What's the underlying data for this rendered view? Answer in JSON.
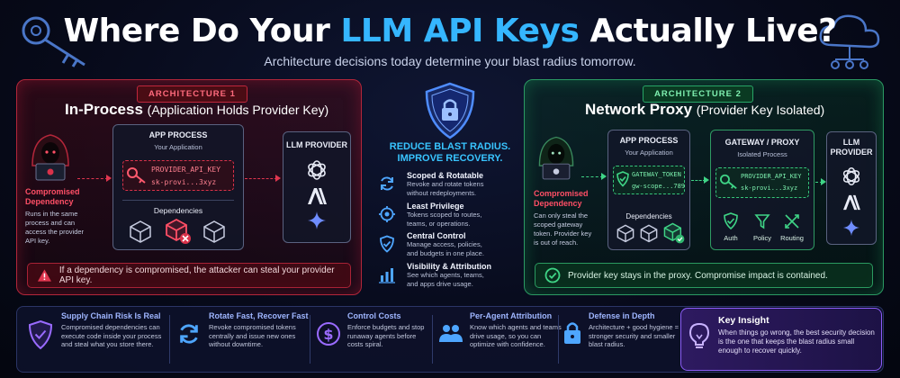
{
  "header": {
    "title_before": "Where Do Your ",
    "title_highlight": "LLM API Keys",
    "title_after": " Actually Live?",
    "subtitle": "Architecture decisions today determine your blast radius tomorrow."
  },
  "arch1": {
    "tag": "ARCHITECTURE 1",
    "title": "In-Process",
    "title_sub": "(Application Holds Provider Key)",
    "attacker_label_1": "Compromised",
    "attacker_label_2": "Dependency",
    "attacker_desc_1": "Runs in the same",
    "attacker_desc_2": "process and can",
    "attacker_desc_3": "access the provider",
    "attacker_desc_4": "API key.",
    "app_title": "APP PROCESS",
    "app_sub": "Your Application",
    "key_name": "PROVIDER_API_KEY",
    "key_value": "sk-provi...3xyz",
    "deps_label": "Dependencies",
    "llm_title": "LLM PROVIDER",
    "warning": "If a dependency is compromised, the attacker can steal your provider API key."
  },
  "center": {
    "headline_1": "REDUCE BLAST RADIUS.",
    "headline_2": "IMPROVE RECOVERY.",
    "features": [
      {
        "title": "Scoped & Rotatable",
        "desc_1": "Revoke and rotate tokens",
        "desc_2": "without redeployments."
      },
      {
        "title": "Least Privilege",
        "desc_1": "Tokens scoped to routes,",
        "desc_2": "teams, or operations."
      },
      {
        "title": "Central Control",
        "desc_1": "Manage access, policies,",
        "desc_2": "and budgets in one place."
      },
      {
        "title": "Visibility & Attribution",
        "desc_1": "See which agents, teams,",
        "desc_2": "and apps drive usage."
      }
    ]
  },
  "arch2": {
    "tag": "ARCHITECTURE 2",
    "title": "Network Proxy",
    "title_sub": "(Provider Key Isolated)",
    "attacker_label_1": "Compromised",
    "attacker_label_2": "Dependency",
    "attacker_desc_1": "Can only steal the",
    "attacker_desc_2": "scoped gateway",
    "attacker_desc_3": "token. Provider key",
    "attacker_desc_4": "is out of reach.",
    "app_title": "APP PROCESS",
    "app_sub": "Your Application",
    "token_name": "GATEWAY_TOKEN",
    "token_value": "gw-scope...789",
    "deps_label": "Dependencies",
    "gateway_title": "GATEWAY / PROXY",
    "gateway_sub": "Isolated Process",
    "key_name": "PROVIDER_API_KEY",
    "key_value": "sk-provi...3xyz",
    "gw_features": [
      "Auth",
      "Policy",
      "Routing"
    ],
    "llm_title_1": "LLM",
    "llm_title_2": "PROVIDER",
    "ok": "Provider key stays in the proxy. Compromise impact is contained."
  },
  "bottom": {
    "cells": [
      {
        "title": "Supply Chain Risk Is Real",
        "l1": "Compromised dependencies can",
        "l2": "execute code inside your process",
        "l3": "and steal what you store there."
      },
      {
        "title": "Rotate Fast, Recover Fast",
        "l1": "Revoke compromised tokens",
        "l2": "centrally and issue new ones",
        "l3": "without downtime."
      },
      {
        "title": "Control Costs",
        "l1": "Enforce budgets and stop",
        "l2": "runaway agents before",
        "l3": "costs spiral."
      },
      {
        "title": "Per-Agent Attribution",
        "l1": "Know which agents and teams",
        "l2": "drive usage, so you can",
        "l3": "optimize with confidence."
      },
      {
        "title": "Defense in Depth",
        "l1": "Architecture + good hygiene =",
        "l2": "stronger security and smaller",
        "l3": "blast radius."
      }
    ],
    "insight": {
      "title": "Key Insight",
      "l1": "When things go wrong, the best security decision",
      "l2": "is the one that keeps the blast radius small",
      "l3": "enough to recover quickly."
    }
  },
  "colors": {
    "accent": "#35b6ff",
    "danger": "#e0364f",
    "safe": "#3fd486",
    "insight": "#8b5cf6"
  },
  "icons": [
    "key-icon",
    "cloud-network-icon",
    "hacker-icon",
    "shield-lock-icon",
    "openai-icon",
    "anthropic-icon",
    "sparkle-icon",
    "box-icon",
    "warning-icon",
    "check-circle-icon",
    "refresh-icon",
    "target-icon",
    "shield-check-icon",
    "bar-chart-icon",
    "dollar-icon",
    "users-icon",
    "lock-icon",
    "lightbulb-icon"
  ]
}
